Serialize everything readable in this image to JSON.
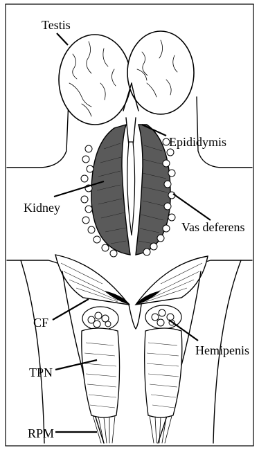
{
  "labels": {
    "testis": "Testis",
    "epididymis": "Epididymis",
    "kidney": "Kidney",
    "vas_deferens": "Vas deferens",
    "cf": "CF",
    "hemipenis": "Hemipenis",
    "tpn": "TPN",
    "rpm": "RPM"
  }
}
